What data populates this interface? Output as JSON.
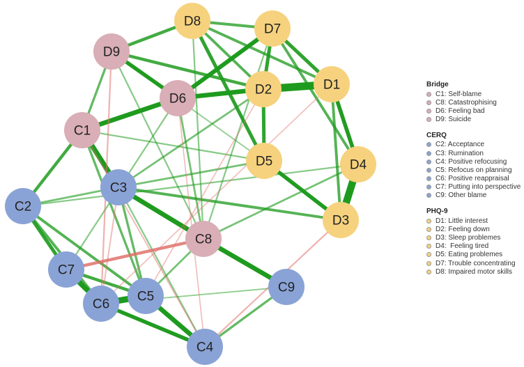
{
  "groups": [
    {
      "id": "bridge",
      "title": "Bridge",
      "color": "#D9AEB6",
      "items": [
        "C1: Self-blame",
        "C8: Catastrophising",
        "D6: Feeling bad",
        "D9: Suicide"
      ]
    },
    {
      "id": "cerq",
      "title": "CERQ",
      "color": "#8AA3D6",
      "items": [
        "C2: Acceptance",
        "C3: Rumination",
        "C4: Positive refocusing",
        "C5: Refocus on planning",
        "C6: Positive reappraisal",
        "C7: Putting into perspective",
        "C9: Other blame"
      ]
    },
    {
      "id": "phq9",
      "title": "PHQ-9",
      "color": "#F6D27E",
      "items": [
        "D1: Little interest",
        "D2: Feeling down",
        "D3: Sleep problemes",
        "D4:  Feeling tired",
        "D5: Eating problemes",
        "D7: Trouble concentrating",
        "D8: Impaired motor skills"
      ]
    }
  ],
  "edge_colors": {
    "positive": "#1E9B1E",
    "negative": "#E0706A"
  },
  "nodes": [
    {
      "id": "D8",
      "label": "D8",
      "group": "phq9"
    },
    {
      "id": "D7",
      "label": "D7",
      "group": "phq9"
    },
    {
      "id": "D9",
      "label": "D9",
      "group": "bridge"
    },
    {
      "id": "D2",
      "label": "D2",
      "group": "phq9"
    },
    {
      "id": "D1",
      "label": "D1",
      "group": "phq9"
    },
    {
      "id": "D6",
      "label": "D6",
      "group": "bridge"
    },
    {
      "id": "C1",
      "label": "C1",
      "group": "bridge"
    },
    {
      "id": "D5",
      "label": "D5",
      "group": "phq9"
    },
    {
      "id": "D4",
      "label": "D4",
      "group": "phq9"
    },
    {
      "id": "C3",
      "label": "C3",
      "group": "cerq"
    },
    {
      "id": "C2",
      "label": "C2",
      "group": "cerq"
    },
    {
      "id": "D3",
      "label": "D3",
      "group": "phq9"
    },
    {
      "id": "C8",
      "label": "C8",
      "group": "bridge"
    },
    {
      "id": "C7",
      "label": "C7",
      "group": "cerq"
    },
    {
      "id": "C9",
      "label": "C9",
      "group": "cerq"
    },
    {
      "id": "C5",
      "label": "C5",
      "group": "cerq"
    },
    {
      "id": "C6",
      "label": "C6",
      "group": "cerq"
    },
    {
      "id": "C4",
      "label": "C4",
      "group": "cerq"
    }
  ],
  "edges": [
    {
      "from": "D2",
      "to": "D1",
      "weight": 0.95,
      "sign": "positive"
    },
    {
      "from": "D4",
      "to": "D3",
      "weight": 0.9,
      "sign": "positive"
    },
    {
      "from": "C6",
      "to": "C5",
      "weight": 0.75,
      "sign": "positive"
    },
    {
      "from": "C5",
      "to": "C4",
      "weight": 0.55,
      "sign": "positive"
    },
    {
      "from": "C3",
      "to": "C8",
      "weight": 0.55,
      "sign": "positive"
    },
    {
      "from": "C8",
      "to": "C9",
      "weight": 0.55,
      "sign": "positive"
    },
    {
      "from": "C1",
      "to": "D6",
      "weight": 0.55,
      "sign": "positive"
    },
    {
      "from": "C1",
      "to": "C3",
      "weight": 0.6,
      "sign": "positive"
    },
    {
      "from": "C7",
      "to": "C6",
      "weight": 0.6,
      "sign": "positive"
    },
    {
      "from": "D6",
      "to": "D2",
      "weight": 0.55,
      "sign": "positive"
    },
    {
      "from": "D6",
      "to": "D7",
      "weight": 0.5,
      "sign": "positive"
    },
    {
      "from": "D1",
      "to": "D4",
      "weight": 0.45,
      "sign": "positive"
    },
    {
      "from": "D2",
      "to": "D5",
      "weight": 0.4,
      "sign": "positive"
    },
    {
      "from": "D9",
      "to": "D6",
      "weight": 0.45,
      "sign": "positive"
    },
    {
      "from": "D9",
      "to": "D2",
      "weight": 0.35,
      "sign": "positive"
    },
    {
      "from": "D8",
      "to": "D5",
      "weight": 0.4,
      "sign": "positive"
    },
    {
      "from": "D5",
      "to": "D3",
      "weight": 0.45,
      "sign": "positive"
    },
    {
      "from": "D7",
      "to": "D1",
      "weight": 0.4,
      "sign": "positive"
    },
    {
      "from": "D7",
      "to": "D2",
      "weight": 0.4,
      "sign": "positive"
    },
    {
      "from": "C2",
      "to": "C7",
      "weight": 0.4,
      "sign": "positive"
    },
    {
      "from": "C2",
      "to": "C1",
      "weight": 0.35,
      "sign": "positive"
    },
    {
      "from": "C6",
      "to": "C4",
      "weight": 0.45,
      "sign": "positive"
    },
    {
      "from": "C7",
      "to": "C5",
      "weight": 0.35,
      "sign": "positive"
    },
    {
      "from": "C2",
      "to": "C5",
      "weight": 0.3,
      "sign": "positive"
    },
    {
      "from": "C3",
      "to": "D3",
      "weight": 0.3,
      "sign": "positive"
    },
    {
      "from": "D8",
      "to": "D9",
      "weight": 0.35,
      "sign": "positive"
    },
    {
      "from": "D8",
      "to": "D7",
      "weight": 0.3,
      "sign": "positive"
    },
    {
      "from": "D8",
      "to": "D1",
      "weight": 0.3,
      "sign": "positive"
    },
    {
      "from": "D8",
      "to": "D2",
      "weight": 0.3,
      "sign": "positive"
    },
    {
      "from": "D7",
      "to": "D4",
      "weight": 0.3,
      "sign": "positive"
    },
    {
      "from": "D1",
      "to": "D3",
      "weight": 0.3,
      "sign": "positive"
    },
    {
      "from": "C1",
      "to": "D9",
      "weight": 0.25,
      "sign": "positive"
    },
    {
      "from": "C1",
      "to": "C5",
      "weight": 0.25,
      "sign": "positive"
    },
    {
      "from": "C3",
      "to": "C5",
      "weight": 0.25,
      "sign": "positive"
    },
    {
      "from": "C3",
      "to": "C2",
      "weight": 0.2,
      "sign": "positive"
    },
    {
      "from": "C2",
      "to": "C6",
      "weight": 0.3,
      "sign": "positive"
    },
    {
      "from": "C9",
      "to": "C4",
      "weight": 0.25,
      "sign": "positive"
    },
    {
      "from": "C8",
      "to": "C5",
      "weight": 0.2,
      "sign": "positive"
    },
    {
      "from": "D6",
      "to": "C8",
      "weight": 0.2,
      "sign": "positive"
    },
    {
      "from": "C8",
      "to": "D4",
      "weight": 0.2,
      "sign": "positive"
    },
    {
      "from": "C3",
      "to": "D5",
      "weight": 0.2,
      "sign": "positive"
    },
    {
      "from": "C2",
      "to": "D4",
      "weight": 0.15,
      "sign": "positive"
    },
    {
      "from": "D2",
      "to": "C3",
      "weight": 0.2,
      "sign": "positive"
    },
    {
      "from": "C1",
      "to": "D5",
      "weight": 0.15,
      "sign": "positive"
    },
    {
      "from": "D9",
      "to": "C8",
      "weight": 0.15,
      "sign": "positive"
    },
    {
      "from": "D8",
      "to": "C8",
      "weight": 0.15,
      "sign": "positive"
    },
    {
      "from": "D7",
      "to": "C8",
      "weight": 0.15,
      "sign": "positive"
    },
    {
      "from": "D6",
      "to": "C7",
      "weight": 0.15,
      "sign": "positive"
    },
    {
      "from": "D9",
      "to": "D5",
      "weight": 0.12,
      "sign": "positive"
    },
    {
      "from": "C6",
      "to": "C9",
      "weight": 0.12,
      "sign": "positive"
    },
    {
      "from": "C3",
      "to": "C4",
      "weight": 0.15,
      "sign": "positive"
    },
    {
      "from": "C7",
      "to": "C8",
      "weight": 0.35,
      "sign": "negative"
    },
    {
      "from": "D9",
      "to": "C6",
      "weight": 0.15,
      "sign": "negative"
    },
    {
      "from": "D3",
      "to": "C4",
      "weight": 0.15,
      "sign": "negative"
    },
    {
      "from": "C1",
      "to": "C4",
      "weight": 0.12,
      "sign": "negative"
    },
    {
      "from": "D2",
      "to": "C5",
      "weight": 0.1,
      "sign": "negative"
    },
    {
      "from": "D1",
      "to": "C6",
      "weight": 0.1,
      "sign": "negative"
    },
    {
      "from": "C3",
      "to": "C6",
      "weight": 0.12,
      "sign": "negative"
    },
    {
      "from": "D6",
      "to": "C4",
      "weight": 0.1,
      "sign": "negative"
    }
  ]
}
